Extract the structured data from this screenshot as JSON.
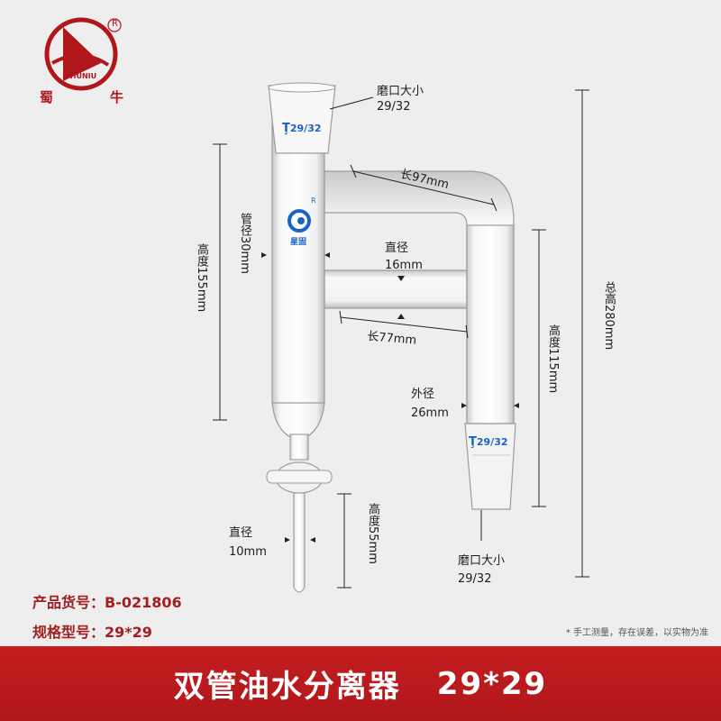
{
  "brand": {
    "char_left": "蜀",
    "char_right": "牛",
    "ring_text": "SHUNIU",
    "registered": "R"
  },
  "product": {
    "title": "双管油水分离器",
    "size": "29*29",
    "code_label": "产品货号：",
    "code_value": "B-021806",
    "spec_label": "规格型号：",
    "spec_value": "29*29"
  },
  "joints": {
    "top_mark": "29/32",
    "bottom_mark": "29/32",
    "glass_brand": "星固",
    "glass_brand_registered": "R"
  },
  "dimensions": {
    "top_joint_label": "磨口大小",
    "top_joint_value": "29/32",
    "bottom_joint_label": "磨口大小",
    "bottom_joint_value": "29/32",
    "arm_upper_length": "长97mm",
    "arm_lower_length": "长77mm",
    "tube_inner_label": "直径",
    "tube_inner_value": "16mm",
    "column_diameter": "管径30mm",
    "column_height": "高度155mm",
    "outer_label": "外径",
    "outer_value": "26mm",
    "right_height": "高度115mm",
    "total_height": "总高280mm",
    "stem_label": "直径",
    "stem_value": "10mm",
    "stem_height": "高度55mm"
  },
  "note": "* 手工测量，存在误差，以实物为准",
  "colors": {
    "banner": "#b0161a",
    "spec_text": "#a31f1f",
    "joint_text": "#1a63c6",
    "background": "#eeeeee"
  }
}
